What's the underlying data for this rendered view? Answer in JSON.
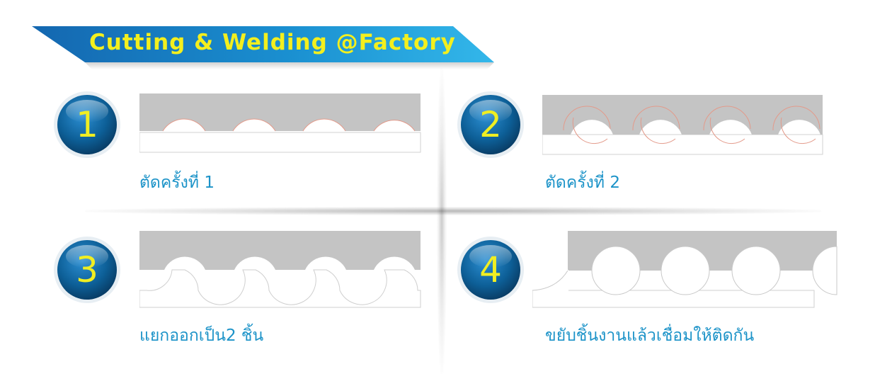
{
  "banner": {
    "title": "Cutting & Welding @Factory"
  },
  "steps": [
    {
      "number": "1",
      "caption": "ตัดครั้งที่ 1"
    },
    {
      "number": "2",
      "caption": "ตัดครั้งที่ 2"
    },
    {
      "number": "3",
      "caption": "แยกออกเป็น2 ชิ้น"
    },
    {
      "number": "4",
      "caption": "ขยับชิ้นงานแล้วเชื่อมให้ติดกัน"
    }
  ],
  "colors": {
    "banner_blue": "#1a8fd0",
    "banner_text": "#f3ef1e",
    "badge_blue": "#0d5f97",
    "badge_number": "#f0ee22",
    "plate_gray": "#c4c4c4",
    "caption_blue": "#1c93c8",
    "cut_line": "#e39a8a"
  }
}
